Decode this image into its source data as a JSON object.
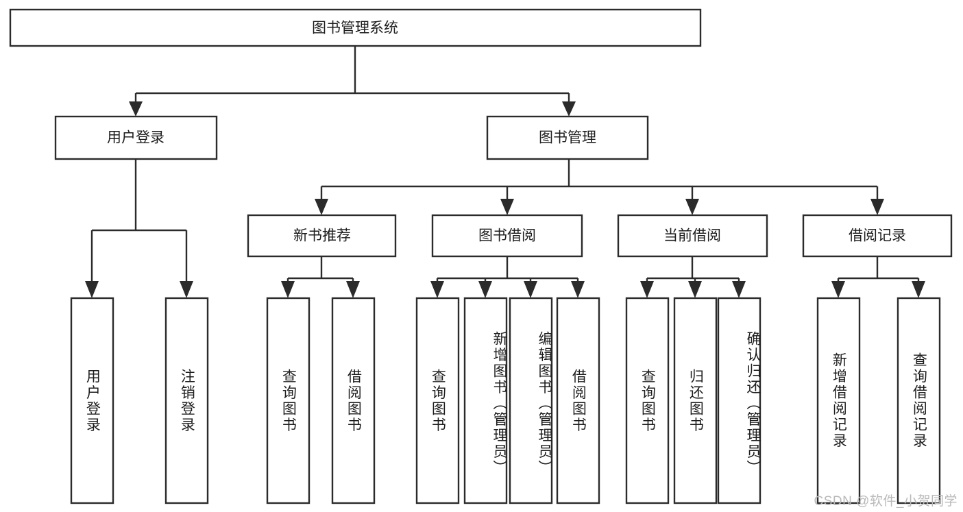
{
  "diagram": {
    "type": "tree-hierarchy-flowchart",
    "root": {
      "id": "root",
      "label": "图书管理系统"
    },
    "level2": [
      {
        "id": "user-login",
        "label": "用户登录"
      },
      {
        "id": "book-management",
        "label": "图书管理"
      }
    ],
    "level3": [
      {
        "id": "new-book-recommend",
        "label": "新书推荐",
        "parent": "book-management"
      },
      {
        "id": "book-borrow",
        "label": "图书借阅",
        "parent": "book-management"
      },
      {
        "id": "current-borrow",
        "label": "当前借阅",
        "parent": "book-management"
      },
      {
        "id": "borrow-record",
        "label": "借阅记录",
        "parent": "book-management"
      }
    ],
    "leaves": [
      {
        "id": "leaf-user-login",
        "label": "用户登录",
        "parent": "user-login"
      },
      {
        "id": "leaf-logout-login",
        "label": "注销登录",
        "parent": "user-login"
      },
      {
        "id": "leaf-query-book-1",
        "label": "查询图书",
        "parent": "new-book-recommend"
      },
      {
        "id": "leaf-borrow-book-1",
        "label": "借阅图书",
        "parent": "new-book-recommend"
      },
      {
        "id": "leaf-query-book-2",
        "label": "查询图书",
        "parent": "book-borrow"
      },
      {
        "id": "leaf-add-book",
        "label": "新增图书（管理员）",
        "parent": "book-borrow"
      },
      {
        "id": "leaf-edit-book",
        "label": "编辑图书（管理员）",
        "parent": "book-borrow"
      },
      {
        "id": "leaf-borrow-book-2",
        "label": "借阅图书",
        "parent": "book-borrow"
      },
      {
        "id": "leaf-query-book-3",
        "label": "查询图书",
        "parent": "current-borrow"
      },
      {
        "id": "leaf-return-book",
        "label": "归还图书",
        "parent": "current-borrow"
      },
      {
        "id": "leaf-confirm-return",
        "label": "确认归还（管理员）",
        "parent": "current-borrow"
      },
      {
        "id": "leaf-add-record",
        "label": "新增借阅记录",
        "parent": "borrow-record"
      },
      {
        "id": "leaf-query-record",
        "label": "查询借阅记录",
        "parent": "borrow-record"
      }
    ]
  },
  "watermark": {
    "text": "CSDN @软件_小贺同学"
  },
  "colors": {
    "background": "#ffffff",
    "box_fill": "#ffffff",
    "box_stroke": "#2b2b2b",
    "text": "#1d1d1d",
    "watermark": "#b9b9b9"
  }
}
